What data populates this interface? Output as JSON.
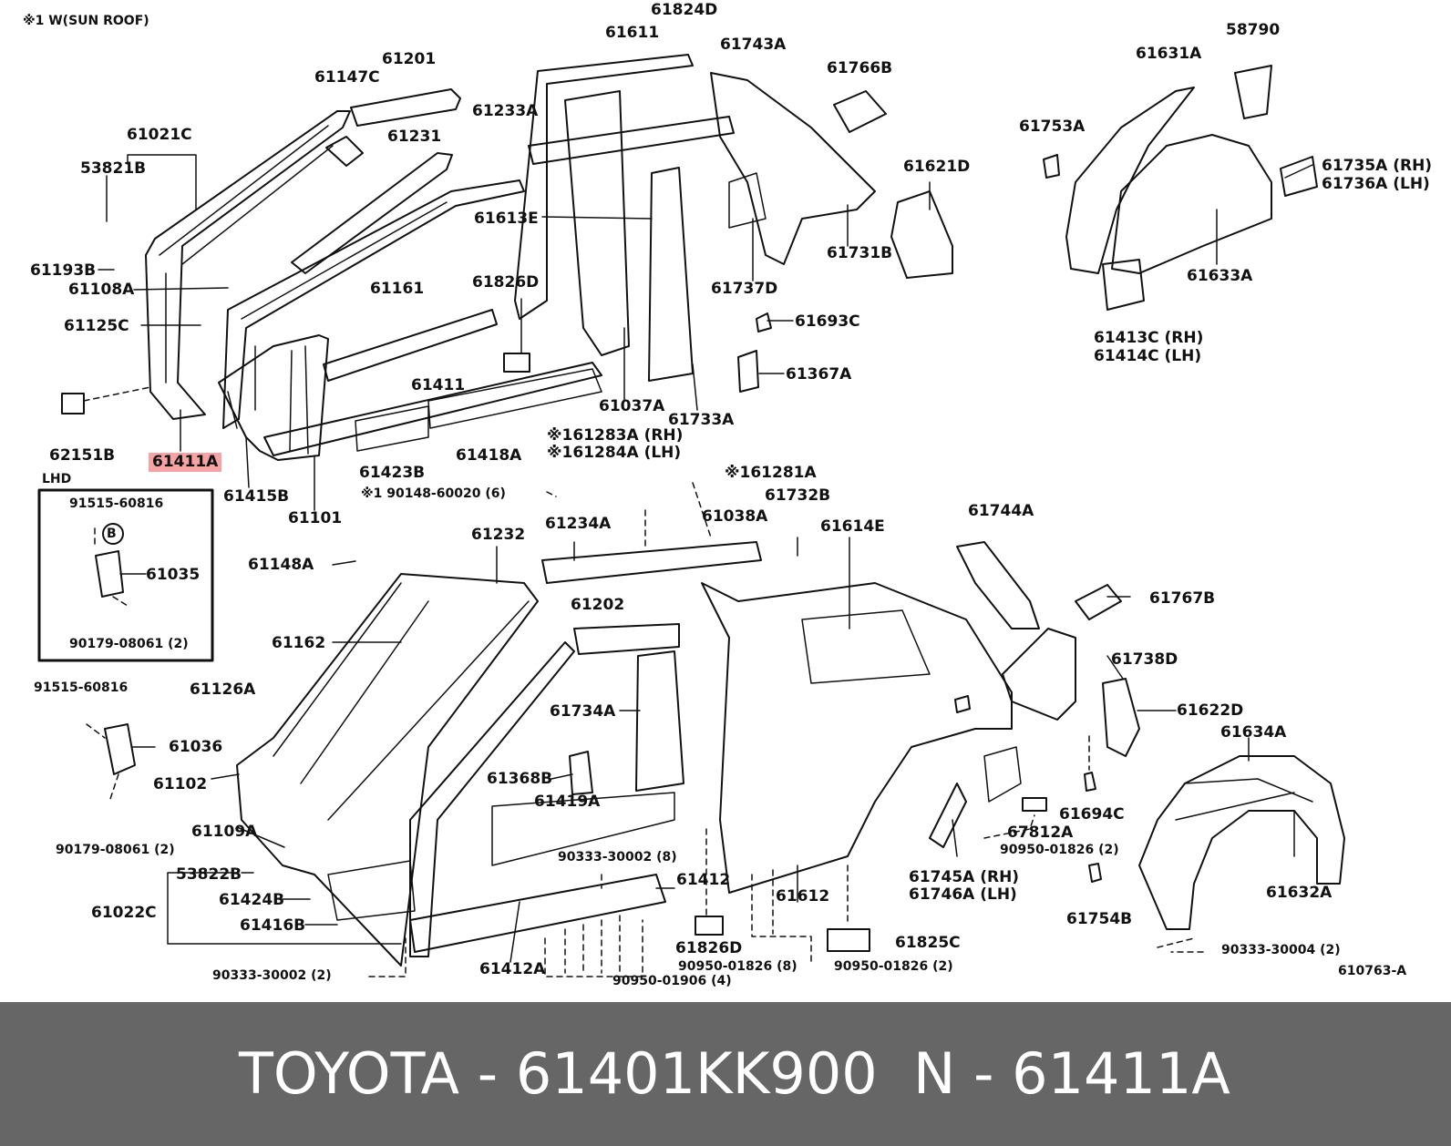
{
  "footer": {
    "left": "TOYOTA - 61401KK900",
    "right": "N - 61411A"
  },
  "diagram": {
    "highlight_color": "#f5a3a3",
    "notes": {
      "sunroof": "※1 W(SUN ROOF)",
      "lhd": "LHD",
      "ref": "610763-A"
    },
    "labels": {
      "l61824D": "61824D",
      "l61611": "61611",
      "l61743A": "61743A",
      "l58790": "58790",
      "l61201": "61201",
      "l61147C": "61147C",
      "l61766B": "61766B",
      "l61631A": "61631A",
      "l61233A": "61233A",
      "l61021C": "61021C",
      "l61753A": "61753A",
      "l61231": "61231",
      "l53821B": "53821B",
      "l61621D": "61621D",
      "l61735A": "61735A (RH)",
      "l61736A": "61736A (LH)",
      "l61613E": "61613E",
      "l61731B": "61731B",
      "l61193B": "61193B",
      "l61108A": "61108A",
      "l61161": "61161",
      "l61826D_top": "61826D",
      "l61633A": "61633A",
      "l61737D": "61737D",
      "l61125C": "61125C",
      "l61693C": "61693C",
      "l61413C": "61413C (RH)",
      "l61414C": "61414C (LH)",
      "l61367A": "61367A",
      "l61411": "61411",
      "l61037A": "61037A",
      "l61733A": "61733A",
      "l62151B": "62151B",
      "l61411A": "61411A",
      "l61418A": "61418A",
      "l161283A": "※161283A (RH)",
      "l161284A": "※161284A (LH)",
      "l61423B": "61423B",
      "l161281A": "※161281A",
      "l61415B": "61415B",
      "l90148": "※1 90148-60020 (6)",
      "l61101": "61101",
      "l61732B": "61732B",
      "l91515_a": "91515-60816",
      "l61234A": "61234A",
      "l61232": "61232",
      "l61038A": "61038A",
      "l61614E": "61614E",
      "l61744A": "61744A",
      "l61035": "61035",
      "l61148A": "61148A",
      "l90179_a": "90179-08061 (2)",
      "l61202": "61202",
      "l61767B": "61767B",
      "l61162": "61162",
      "l61738D": "61738D",
      "l91515_b": "91515-60816",
      "l61126A": "61126A",
      "l61734A": "61734A",
      "l61622D": "61622D",
      "l61036": "61036",
      "l61634A": "61634A",
      "l61368B": "61368B",
      "l61102": "61102",
      "l61419A": "61419A",
      "l61694C": "61694C",
      "l61109A": "61109A",
      "l90179_b": "90179-08061 (2)",
      "l67812A": "67812A",
      "l90333_8": "90333-30002 (8)",
      "l90950_1826_2a": "90950-01826 (2)",
      "l53822B": "53822B",
      "l61412_top": "61412",
      "l61745A": "61745A (RH)",
      "l61746A": "61746A (LH)",
      "l61022C": "61022C",
      "l61424B": "61424B",
      "l61612": "61612",
      "l61632A": "61632A",
      "l61416B": "61416B",
      "l61754B": "61754B",
      "l61826D_bot": "61826D",
      "l61825C": "61825C",
      "l90333_4": "90333-30004 (2)",
      "l90333_2": "90333-30002 (2)",
      "l61412A": "61412A",
      "l90950_1826_8": "90950-01826 (8)",
      "l90950_1826_2b": "90950-01826 (2)",
      "l90950_1906": "90950-01906 (4)",
      "lB": "B"
    }
  }
}
